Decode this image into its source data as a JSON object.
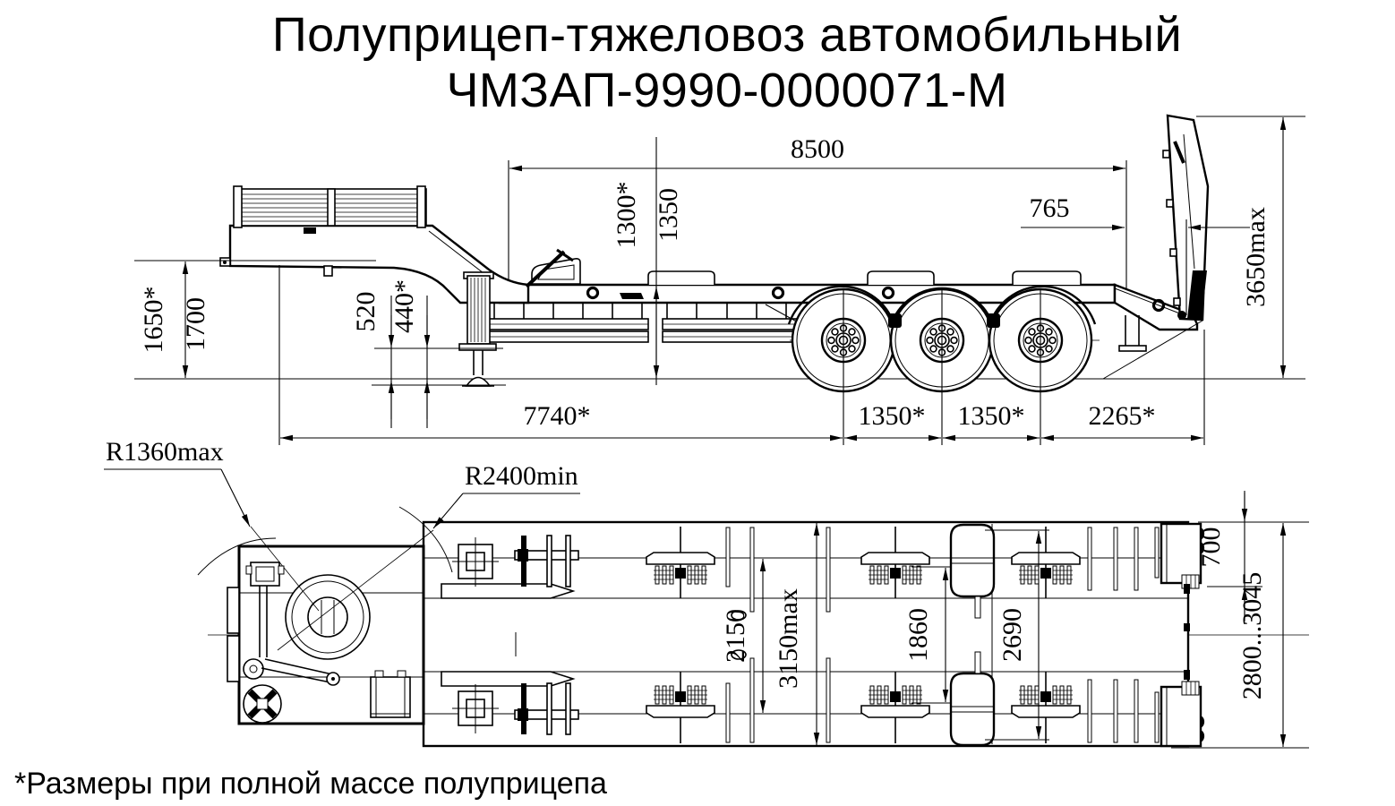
{
  "title": {
    "line1": "Полуприцеп-тяжеловоз автомобильный",
    "line2": "ЧМЗАП-9990-0000071-М"
  },
  "footnote": "*Размеры при полной массе полуприцепа",
  "colors": {
    "ink": "#000000",
    "paper": "#ffffff"
  },
  "side_view": {
    "dims": {
      "platform_length": "8500",
      "rear_gap": "765",
      "deck_height_laden": "1300*",
      "deck_height_unladen": "1350",
      "gooseneck_height_laden": "1650*",
      "gooseneck_height_unladen": "1700",
      "clearance_unladen": "520",
      "clearance_laden": "440*",
      "ramp_tip_height": "3650max",
      "front_to_axle1": "7740*",
      "axle1_axle2": "1350*",
      "axle2_axle3": "1350*",
      "axle3_to_rear": "2265*"
    }
  },
  "plan_view": {
    "dims": {
      "front_corner_radius": "R1360max",
      "turning_clearance_radius": "R2400min",
      "frame_inner_width": "2150",
      "overall_width": "3150max",
      "track_inner": "1860",
      "track_outer": "2690",
      "ramp_width": "700",
      "ramp_spacing": "2800...3045"
    }
  }
}
